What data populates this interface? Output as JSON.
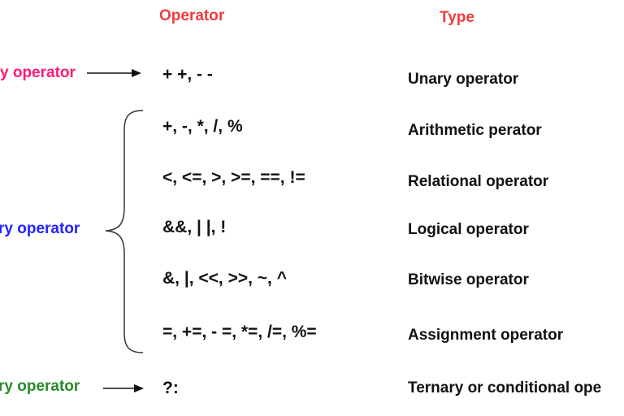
{
  "headers": {
    "operator": "Operator",
    "type": "Type"
  },
  "categories": {
    "unary": {
      "label": "y operator",
      "color": "#ff1a75"
    },
    "binary": {
      "label": "ry operator",
      "color": "#2222ff"
    },
    "ternary": {
      "label": "ry operator",
      "color": "#2a8a2a"
    }
  },
  "rows": [
    {
      "operators": "+ +, - -",
      "type": "Unary operator"
    },
    {
      "operators": "+, -, *, /, %",
      "type": "Arithmetic perator"
    },
    {
      "operators": "<, <=, >, >=, ==, !=",
      "type": "Relational operator"
    },
    {
      "operators": "&&, | |, !",
      "type": "Logical operator"
    },
    {
      "operators": "&, |, <<, >>, ~, ^",
      "type": "Bitwise operator"
    },
    {
      "operators": "=, +=, - =,  *=,  /=, %=",
      "type": "Assignment operator"
    },
    {
      "operators": "?:",
      "type": "Ternary or conditional ope"
    }
  ]
}
